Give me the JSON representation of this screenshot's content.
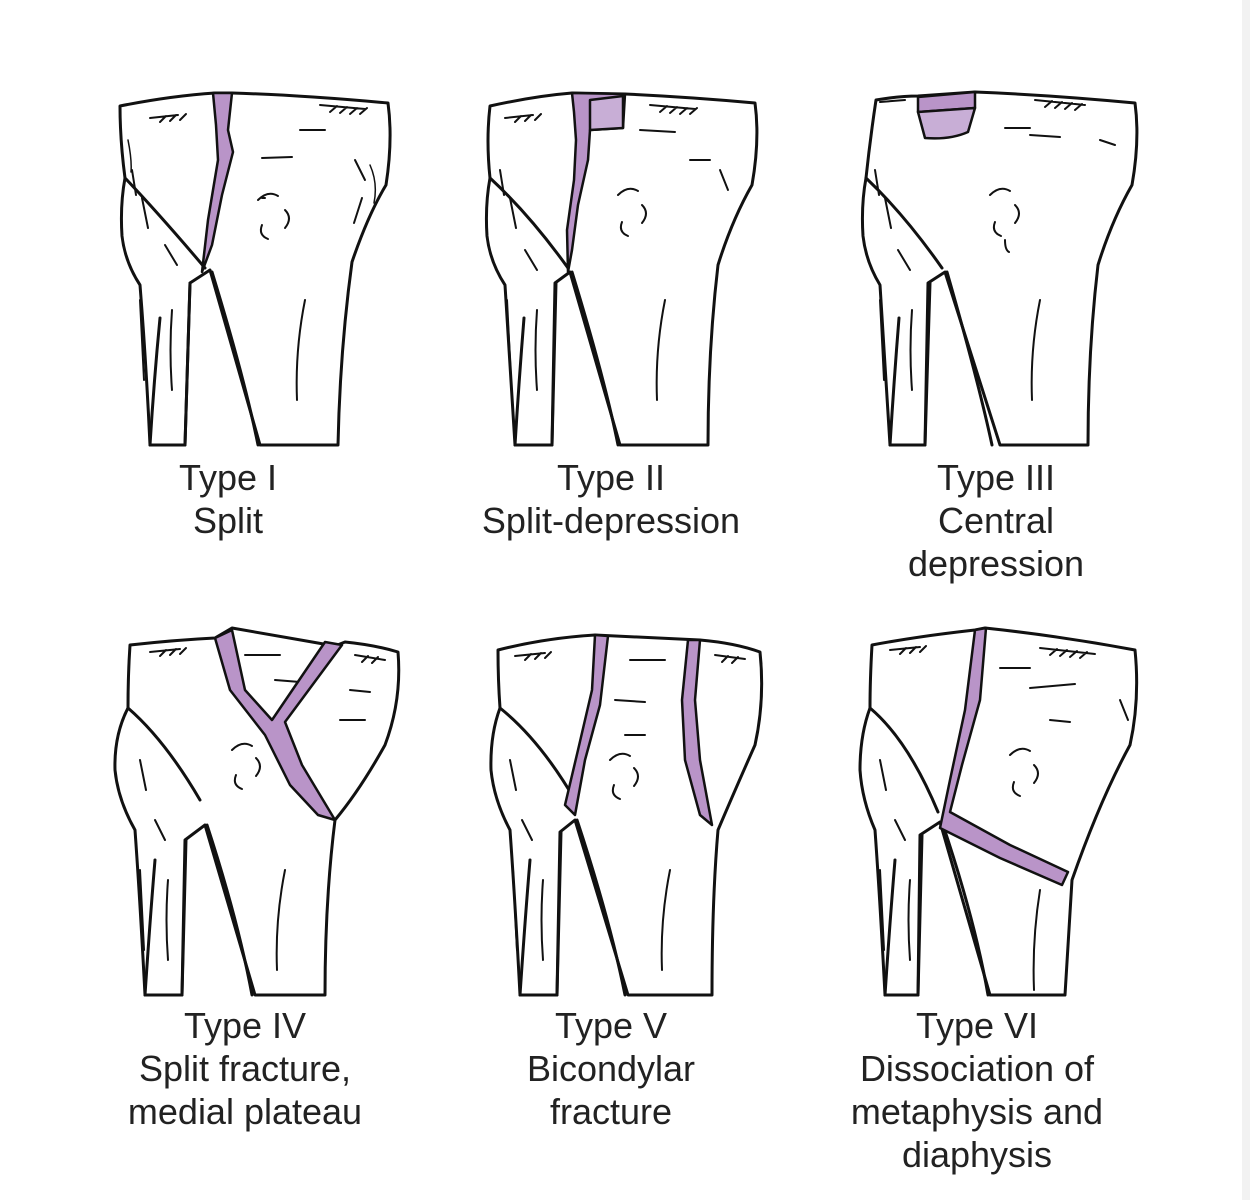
{
  "colors": {
    "fracture": "#b994c8",
    "outline": "#111111",
    "background": "#ffffff",
    "text": "#222222"
  },
  "panels": [
    {
      "id": "type-1",
      "title": "Type I",
      "description": [
        "Split"
      ]
    },
    {
      "id": "type-2",
      "title": "Type II",
      "description": [
        "Split-depression"
      ]
    },
    {
      "id": "type-3",
      "title": "Type III",
      "description": [
        "Central",
        "depression"
      ]
    },
    {
      "id": "type-4",
      "title": "Type IV",
      "description": [
        "Split fracture,",
        "medial plateau"
      ]
    },
    {
      "id": "type-5",
      "title": "Type V",
      "description": [
        "Bicondylar",
        "fracture"
      ]
    },
    {
      "id": "type-6",
      "title": "Type VI",
      "description": [
        "Dissociation of",
        "metaphysis and",
        "diaphysis"
      ]
    }
  ]
}
